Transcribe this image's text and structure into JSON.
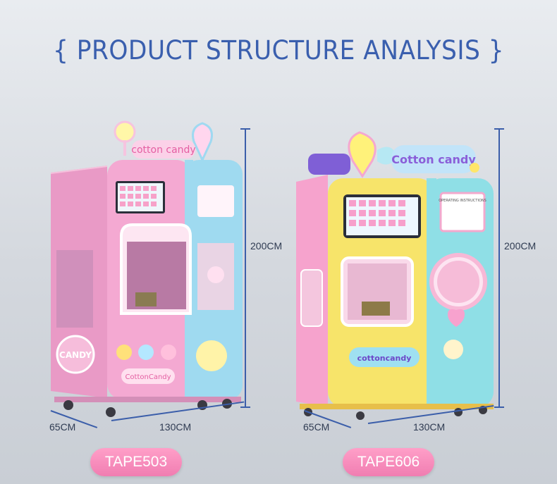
{
  "header": {
    "title": "{ PRODUCT STRUCTURE ANALYSIS }"
  },
  "machines": [
    {
      "model": "TAPE503",
      "height_label": "200CM",
      "width_label": "130CM",
      "depth_label": "65CM",
      "sign_text": "cotton candy",
      "panel_text": "CottonCandy",
      "badge_text": "CANDY",
      "colors": {
        "body": "#f4a9d2",
        "side": "#9fdaf0",
        "accent": "#ffd3e8"
      }
    },
    {
      "model": "TAPE606",
      "height_label": "200CM",
      "width_label": "130CM",
      "depth_label": "65CM",
      "sign_text": "Cotton candy",
      "panel_text": "cottoncandy",
      "screen_title": "OPERATING INSTRUCTIONS",
      "colors": {
        "body": "#f7e46a",
        "side": "#8fdfe6",
        "accent": "#f38dc0"
      }
    }
  ],
  "colors": {
    "title": "#3a5fae",
    "dimension_line": "#3b5eaa",
    "pill": "#f07db1"
  }
}
